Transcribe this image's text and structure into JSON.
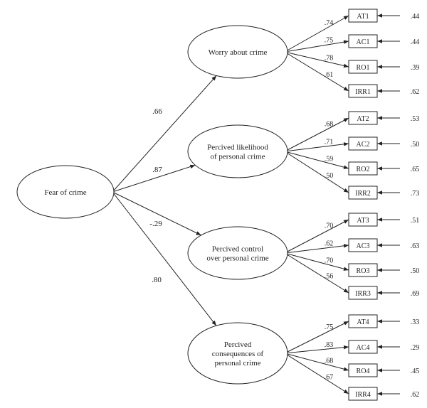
{
  "root": {
    "label": "Fear of crime"
  },
  "factors": [
    {
      "label_lines": [
        "Worry about crime"
      ],
      "path_coef": ".66",
      "indicators": [
        {
          "label": "AT1",
          "loading": ".74",
          "error": ".44"
        },
        {
          "label": "AC1",
          "loading": ".75",
          "error": ".44"
        },
        {
          "label": "RO1",
          "loading": ".78",
          "error": ".39"
        },
        {
          "label": "IRR1",
          "loading": ".61",
          "error": ".62"
        }
      ]
    },
    {
      "label_lines": [
        "Percived likelihood",
        "of personal crime"
      ],
      "path_coef": ".87",
      "indicators": [
        {
          "label": "AT2",
          "loading": ".68",
          "error": ".53"
        },
        {
          "label": "AC2",
          "loading": ".71",
          "error": ".50"
        },
        {
          "label": "RO2",
          "loading": ".59",
          "error": ".65"
        },
        {
          "label": "IRR2",
          "loading": ".50",
          "error": ".73"
        }
      ]
    },
    {
      "label_lines": [
        "Percived control",
        "over personal crime"
      ],
      "path_coef": "-.29",
      "indicators": [
        {
          "label": "AT3",
          "loading": ".70",
          "error": ".51"
        },
        {
          "label": "AC3",
          "loading": ".62",
          "error": ".63"
        },
        {
          "label": "RO3",
          "loading": ".70",
          "error": ".50"
        },
        {
          "label": "IRR3",
          "loading": ".56",
          "error": ".69"
        }
      ]
    },
    {
      "label_lines": [
        "Percived",
        "consequences of",
        "personal crime"
      ],
      "path_coef": ".80",
      "indicators": [
        {
          "label": "AT4",
          "loading": ".75",
          "error": ".33"
        },
        {
          "label": "AC4",
          "loading": ".83",
          "error": ".29"
        },
        {
          "label": "RO4",
          "loading": ".68",
          "error": ".45"
        },
        {
          "label": "IRR4",
          "loading": ".67",
          "error": ".62"
        }
      ]
    }
  ]
}
